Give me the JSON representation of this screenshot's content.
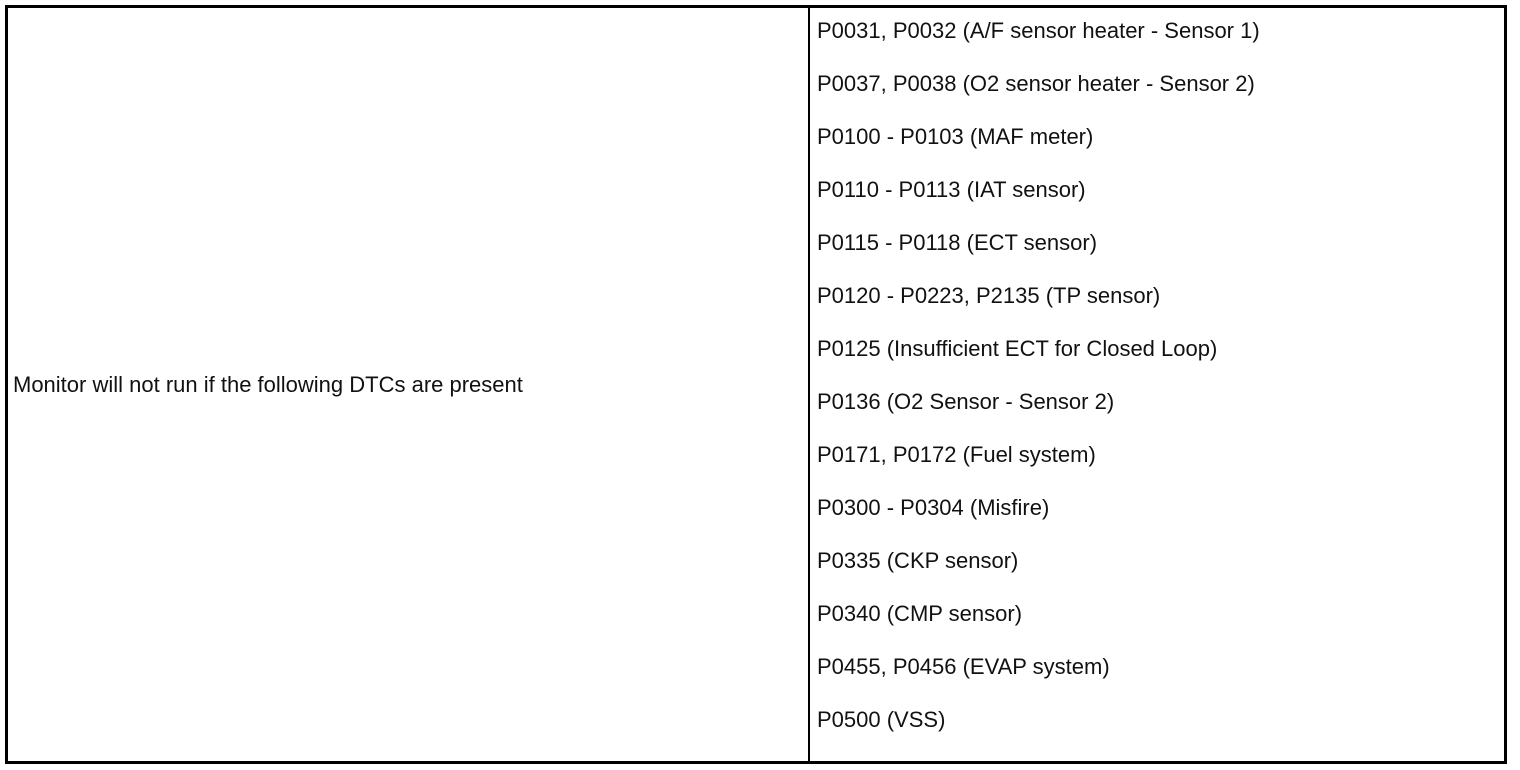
{
  "table": {
    "condition_label": "Monitor will not run if the following DTCs are present",
    "dtc_list": [
      "P0031, P0032 (A/F sensor heater - Sensor 1)",
      "P0037, P0038 (O2 sensor heater - Sensor 2)",
      "P0100 - P0103 (MAF meter)",
      "P0110 - P0113 (IAT sensor)",
      "P0115 - P0118 (ECT sensor)",
      "P0120 - P0223, P2135 (TP sensor)",
      "P0125 (Insufficient ECT for Closed Loop)",
      "P0136 (O2 Sensor - Sensor 2)",
      "P0171, P0172 (Fuel system)",
      "P0300 - P0304 (Misfire)",
      "P0335 (CKP sensor)",
      "P0340 (CMP sensor)",
      "P0455, P0456 (EVAP system)",
      "P0500 (VSS)"
    ]
  }
}
